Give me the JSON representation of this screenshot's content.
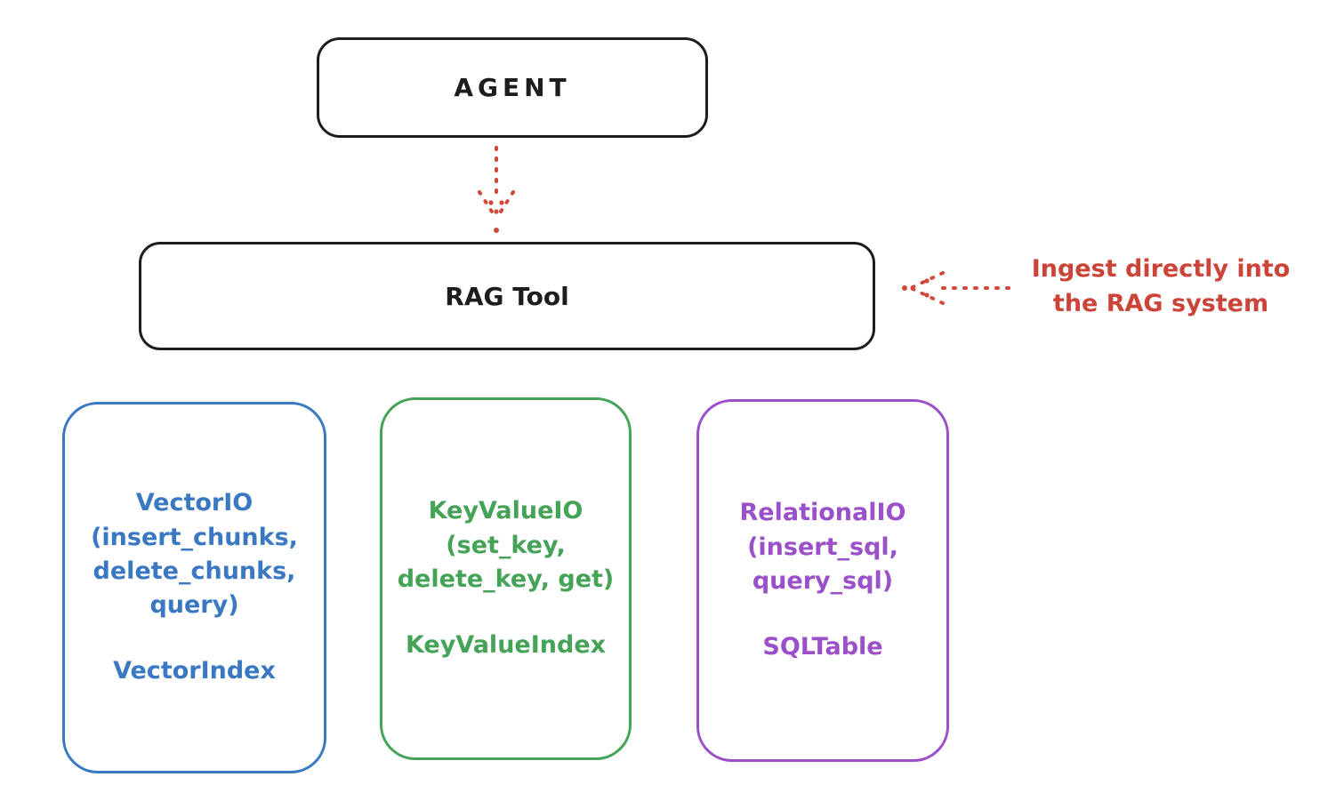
{
  "diagram": {
    "nodes": {
      "agent": {
        "label": "AGENT"
      },
      "rag_tool": {
        "label": "RAG Tool"
      },
      "vector_io": {
        "lines": [
          "VectorIO",
          "(insert_chunks,",
          "delete_chunks,",
          "query)"
        ],
        "index_label": "VectorIndex",
        "color": "#3a78c2"
      },
      "key_value_io": {
        "lines": [
          "KeyValueIO",
          "(set_key,",
          "delete_key, get)"
        ],
        "index_label": "KeyValueIndex",
        "color": "#45a357"
      },
      "relational_io": {
        "lines": [
          "RelationalIO",
          "(insert_sql,",
          "query_sql)"
        ],
        "index_label": "SQLTable",
        "color": "#9b4fc8"
      }
    },
    "annotation": {
      "line1": "Ingest directly into",
      "line2": "the RAG system",
      "color": "#cc4437"
    },
    "colors": {
      "box_stroke": "#1d1d1d",
      "arrow_red": "#d0493b",
      "background": "#ffffff"
    }
  }
}
